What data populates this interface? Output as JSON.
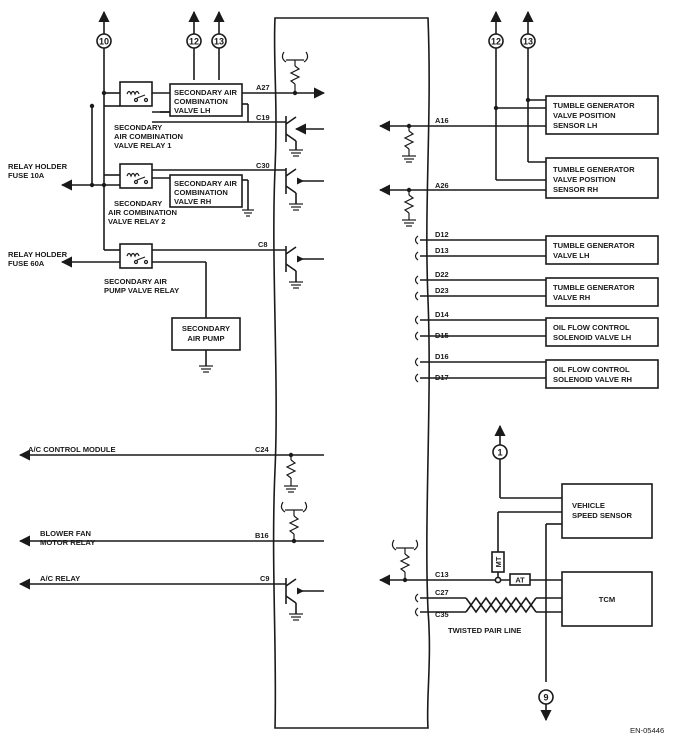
{
  "figure_id": "EN-05446",
  "connectors": [
    "10",
    "12",
    "13",
    "12",
    "13",
    "1",
    "9"
  ],
  "left_labels": {
    "relay_holder_fuse_10a": [
      "RELAY HOLDER",
      "FUSE 10A"
    ],
    "relay_holder_fuse_60a": [
      "RELAY HOLDER",
      "FUSE 60A"
    ],
    "relay1": [
      "SECONDARY",
      "AIR COMBINATION",
      "VALVE RELAY 1"
    ],
    "relay2": [
      "SECONDARY",
      "AIR COMBINATION",
      "VALVE RELAY 2"
    ],
    "pump_relay": [
      "SECONDARY AIR",
      "PUMP VALVE RELAY"
    ],
    "ac_control_module": "A/C CONTROL MODULE",
    "blower_fan_motor_relay": [
      "BLOWER FAN",
      "MOTOR RELAY"
    ],
    "ac_relay": "A/C RELAY"
  },
  "boxes": {
    "valve_lh": [
      "SECONDARY AIR",
      "COMBINATION",
      "VALVE LH"
    ],
    "valve_rh": [
      "SECONDARY AIR",
      "COMBINATION",
      "VALVE RH"
    ],
    "air_pump": [
      "SECONDARY",
      "AIR PUMP"
    ],
    "tg_pos_lh": [
      "TUMBLE GENERATOR",
      "VALVE POSITION",
      "SENSOR LH"
    ],
    "tg_pos_rh": [
      "TUMBLE GENERATOR",
      "VALVE POSITION",
      "SENSOR RH"
    ],
    "tg_lh": [
      "TUMBLE GENERATOR",
      "VALVE LH"
    ],
    "tg_rh": [
      "TUMBLE GENERATOR",
      "VALVE RH"
    ],
    "ofc_lh": [
      "OIL FLOW CONTROL",
      "SOLENOID VALVE LH"
    ],
    "ofc_rh": [
      "OIL FLOW CONTROL",
      "SOLENOID VALVE RH"
    ],
    "vss": [
      "VEHICLE",
      "SPEED SENSOR"
    ],
    "tcm": "TCM"
  },
  "pins": {
    "A27": "A27",
    "C19": "C19",
    "C30": "C30",
    "C8": "C8",
    "C24": "C24",
    "B16": "B16",
    "C9": "C9",
    "A16": "A16",
    "A26": "A26",
    "D12": "D12",
    "D13": "D13",
    "D22": "D22",
    "D23": "D23",
    "D14": "D14",
    "D15": "D15",
    "D16": "D16",
    "D17": "D17",
    "C13": "C13",
    "C27": "C27",
    "C35": "C35"
  },
  "tags": {
    "mt": "MT",
    "at": "AT"
  },
  "twisted_pair_label": "TWISTED PAIR LINE"
}
